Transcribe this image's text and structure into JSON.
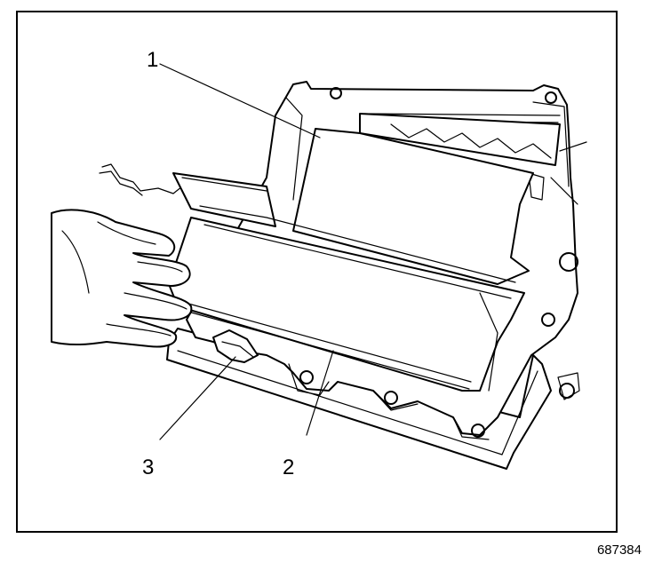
{
  "figure": {
    "callouts": [
      {
        "id": "1",
        "label": "1"
      },
      {
        "id": "2",
        "label": "2"
      },
      {
        "id": "3",
        "label": "3"
      }
    ],
    "figure_number": "687384"
  }
}
